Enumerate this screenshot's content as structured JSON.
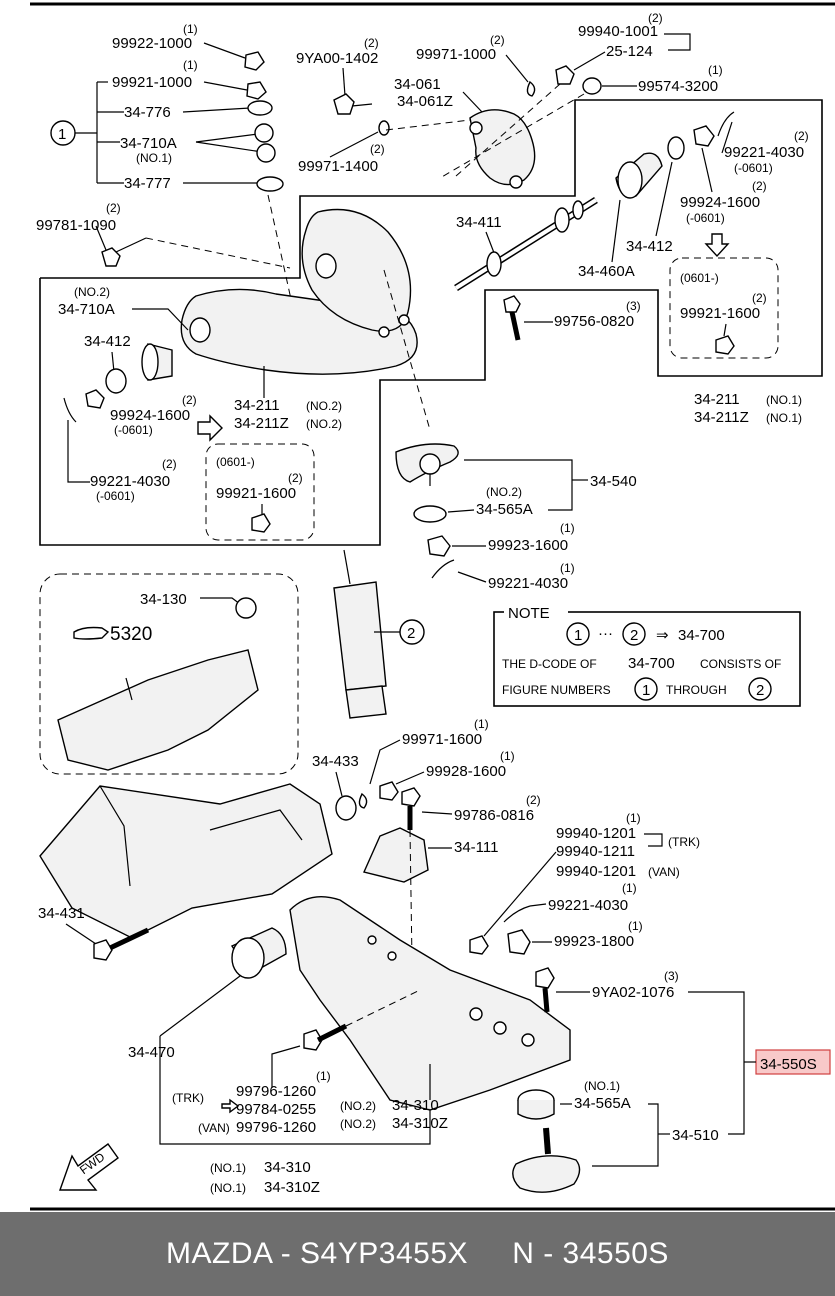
{
  "footer": {
    "text": "MAZDA - S4YP3455X     N - 34550S"
  },
  "highlight_color": "#f8c9c9",
  "note": {
    "title": "NOTE",
    "range_from": "1",
    "range_dots": "···",
    "range_to": "2",
    "arrow": "⇒",
    "assembly": "34-700",
    "line2_a": "THE D-CODE OF",
    "line2_b": "34-700",
    "line2_c": "CONSISTS OF",
    "line3_a": "FIGURE NUMBERS",
    "line3_b": "1",
    "line3_c": "THROUGH",
    "line3_d": "2"
  },
  "callouts": {
    "c1": "1",
    "c2": "2",
    "ref5320": "5320",
    "fwd": "FWD"
  },
  "labels": {
    "p99922_q": "(1)",
    "p99922": "99922-1000",
    "p99921a_q": "(1)",
    "p99921a": "99921-1000",
    "p34776": "34-776",
    "p34710A": "34-710A",
    "p34710A_no": "(NO.1)",
    "p34777": "34-777",
    "p99781_q": "(2)",
    "p99781": "99781-1090",
    "p9YA001402_q": "(2)",
    "p9YA001402": "9YA00-1402",
    "p99971_1000_q": "(2)",
    "p99971_1000": "99971-1000",
    "p34061": "34-061",
    "p34061Z": "34-061Z",
    "p99971_1400_q": "(2)",
    "p99971_1400": "99971-1400",
    "p99940_1001_q": "(2)",
    "p99940_1001": "99940-1001",
    "p25124": "25-124",
    "p99574_q": "(1)",
    "p99574": "99574-3200",
    "p99221r_q": "(2)",
    "p99221r": "99221-4030",
    "p99221r_d": "(-0601)",
    "p99924r_q": "(2)",
    "p99924r": "99924-1600",
    "p99924r_d": "(-0601)",
    "p34411": "34-411",
    "p34412r": "34-412",
    "p34460A": "34-460A",
    "p0601r": "(0601-)",
    "p99921r_q": "(2)",
    "p99921r": "99921-1600",
    "p34710A_l_no": "(NO.2)",
    "p34710A_l": "34-710A",
    "p34412l": "34-412",
    "p99924l_q": "(2)",
    "p99924l": "99924-1600",
    "p99924l_d": "(-0601)",
    "p99221l_q": "(2)",
    "p99221l": "99221-4030",
    "p99221l_d": "(-0601)",
    "p0601l": "(0601-)",
    "p99921l_q": "(2)",
    "p99921l": "99921-1600",
    "p34211_l": "34-211",
    "p34211_l_no": "(NO.2)",
    "p34211Z_l": "34-211Z",
    "p34211Z_l_no": "(NO.2)",
    "p99756_q": "(3)",
    "p99756": "99756-0820",
    "p34211_r": "34-211",
    "p34211_r_no": "(NO.1)",
    "p34211Z_r": "34-211Z",
    "p34211Z_r_no": "(NO.1)",
    "p34540": "34-540",
    "p34565A_u_no": "(NO.2)",
    "p34565A_u": "34-565A",
    "p99923_1600_q": "(1)",
    "p99923_1600": "99923-1600",
    "p99221_mid_q": "(1)",
    "p99221_mid": "99221-4030",
    "p34130": "34-130",
    "p34433": "34-433",
    "p99971_1600_q": "(1)",
    "p99971_1600": "99971-1600",
    "p99928_q": "(1)",
    "p99928": "99928-1600",
    "p99786_q": "(2)",
    "p99786": "99786-0816",
    "p34111": "34-111",
    "p99940_1201_q": "(1)",
    "p99940_1201": "99940-1201",
    "trk1": "(TRK)",
    "p99940_1211": "99940-1211",
    "p99940_1201b": "99940-1201",
    "van1": "(VAN)",
    "p34431": "34-431",
    "p99221_lo_q": "(1)",
    "p99221_lo": "99221-4030",
    "p99923_1800_q": "(1)",
    "p99923_1800": "99923-1800",
    "p9YA021076_q": "(3)",
    "p9YA021076": "9YA02-1076",
    "p34550S": "34-550S",
    "p34470": "34-470",
    "p99796_q": "(1)",
    "trk2": "(TRK)",
    "p99796a": "99796-1260",
    "p99784": "99784-0255",
    "van2": "(VAN)",
    "p99796b": "99796-1260",
    "p34310_no2": "(NO.2)",
    "p34310_a": "34-310",
    "p34310Z_no2": "(NO.2)",
    "p34310Z_a": "34-310Z",
    "p34565A_l_no": "(NO.1)",
    "p34565A_l": "34-565A",
    "p34510": "34-510",
    "p34310_no1": "(NO.1)",
    "p34310_b": "34-310",
    "p34310Z_no1": "(NO.1)",
    "p34310Z_b": "34-310Z"
  }
}
